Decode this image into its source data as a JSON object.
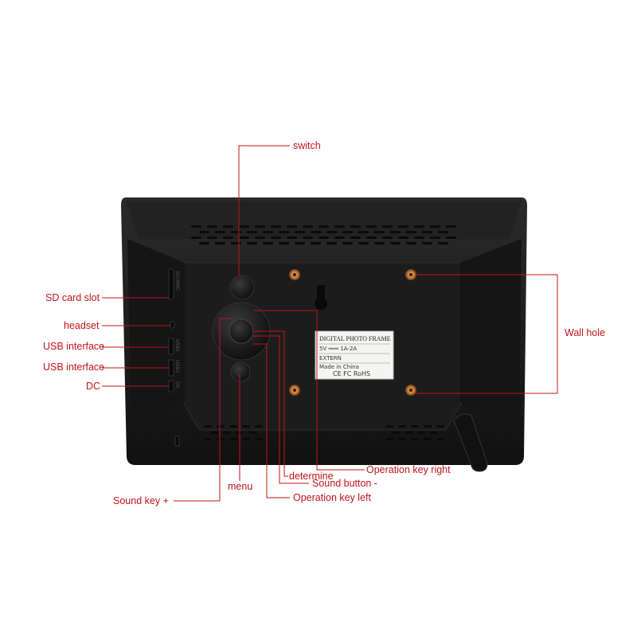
{
  "labels": {
    "switch": "switch",
    "sd_card_slot": "SD card slot",
    "headset": "headset",
    "usb_interface_1": "USB interface",
    "usb_interface_2": "USB interface",
    "dc": "DC",
    "wall_hole": "Wall hole",
    "menu": "menu",
    "sound_key_plus": "Sound key +",
    "determine": "determine",
    "sound_button_minus": "Sound button -",
    "operation_key_right": "Operation key right",
    "operation_key_left": "Operation key left"
  },
  "sticker": {
    "title": "DIGITAL PHOTO FRAME",
    "power": "5V ═══ 1A-2A",
    "extern": "EXTERN",
    "origin": "Made in China",
    "marks": "CE  FC  RoHS"
  },
  "ports": {
    "sd": "SD/MMC",
    "usb1": "USB1",
    "usb2": "USB2",
    "dc": "DC"
  },
  "colors": {
    "callout": "#c0141b",
    "frame": "#1a1a1a",
    "background": "#ffffff"
  }
}
